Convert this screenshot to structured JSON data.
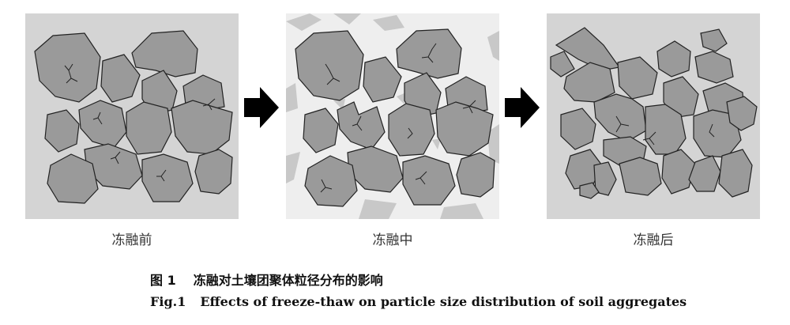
{
  "panels": [
    {
      "label": "冻融前"
    },
    {
      "label": "冻融中"
    },
    {
      "label": "冻融后"
    }
  ],
  "caption": {
    "cn_label": "图 1",
    "cn_text": "冻融对土壤团聚体粒径分布的影响",
    "en_label": "Fig.1",
    "en_text": "Effects of freeze-thaw on particle size distribution of soil aggregates"
  },
  "colors": {
    "panel_bg": "#d4d4d4",
    "panel_bg_ice": "#eeeeee",
    "aggregate_fill": "#9a9a9a",
    "outline": "#222222",
    "arrow": "#000000"
  }
}
